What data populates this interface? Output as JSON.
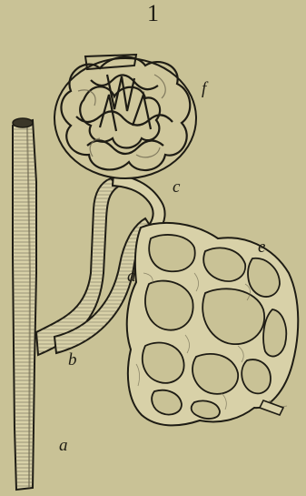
{
  "figure": {
    "number": "1",
    "labels": {
      "a": "a",
      "b": "b",
      "c": "c",
      "d": "d",
      "e": "e",
      "f": "f"
    }
  },
  "colors": {
    "paper": "#c9c296",
    "ink": "#1e1c14",
    "vessel_fill": "#d8d1a8",
    "vessel_shade": "#6e6850"
  }
}
